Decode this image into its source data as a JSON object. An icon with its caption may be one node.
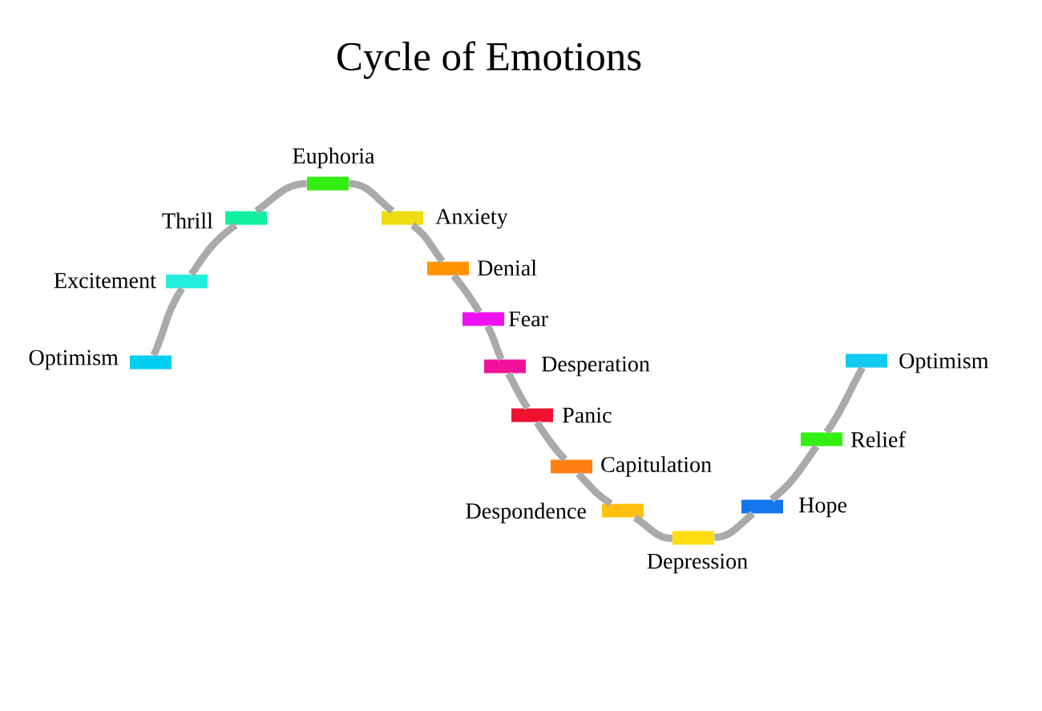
{
  "diagram": {
    "title": "Cycle of Emotions",
    "nodes": [
      {
        "text": [
          "Optimism"
        ]
      },
      {
        "text": [
          "Excitement"
        ]
      },
      {
        "text": [
          "Thrill"
        ]
      },
      {
        "text": [
          "Euphoria"
        ]
      },
      {
        "text": [
          "Anxiety"
        ]
      },
      {
        "text": [
          "Denial"
        ]
      },
      {
        "text": [
          "Fear"
        ]
      },
      {
        "text": [
          "Desperation"
        ]
      },
      {
        "text": [
          "Panic"
        ]
      },
      {
        "text": [
          "Capitulation"
        ]
      },
      {
        "text": [
          "Despondence"
        ]
      },
      {
        "text": [
          "Depression"
        ]
      },
      {
        "text": [
          "Hope"
        ]
      },
      {
        "text": [
          "Relief"
        ]
      },
      {
        "text": [
          "Optimism"
        ]
      }
    ],
    "edges": [
      {
        "from": 0,
        "to": 1,
        "arrow": "none"
      },
      {
        "from": 1,
        "to": 2,
        "arrow": "none"
      },
      {
        "from": 2,
        "to": 3,
        "arrow": "none"
      },
      {
        "from": 3,
        "to": 4,
        "arrow": "none"
      },
      {
        "from": 4,
        "to": 5,
        "arrow": "none"
      },
      {
        "from": 5,
        "to": 6,
        "arrow": "none"
      },
      {
        "from": 6,
        "to": 7,
        "arrow": "none"
      },
      {
        "from": 7,
        "to": 8,
        "arrow": "none"
      },
      {
        "from": 8,
        "to": 9,
        "arrow": "none"
      },
      {
        "from": 9,
        "to": 10,
        "arrow": "none"
      },
      {
        "from": 10,
        "to": 11,
        "arrow": "none"
      },
      {
        "from": 11,
        "to": 12,
        "arrow": "none"
      },
      {
        "from": 12,
        "to": 13,
        "arrow": "none"
      },
      {
        "from": 13,
        "to": 14,
        "arrow": "none"
      }
    ]
  }
}
